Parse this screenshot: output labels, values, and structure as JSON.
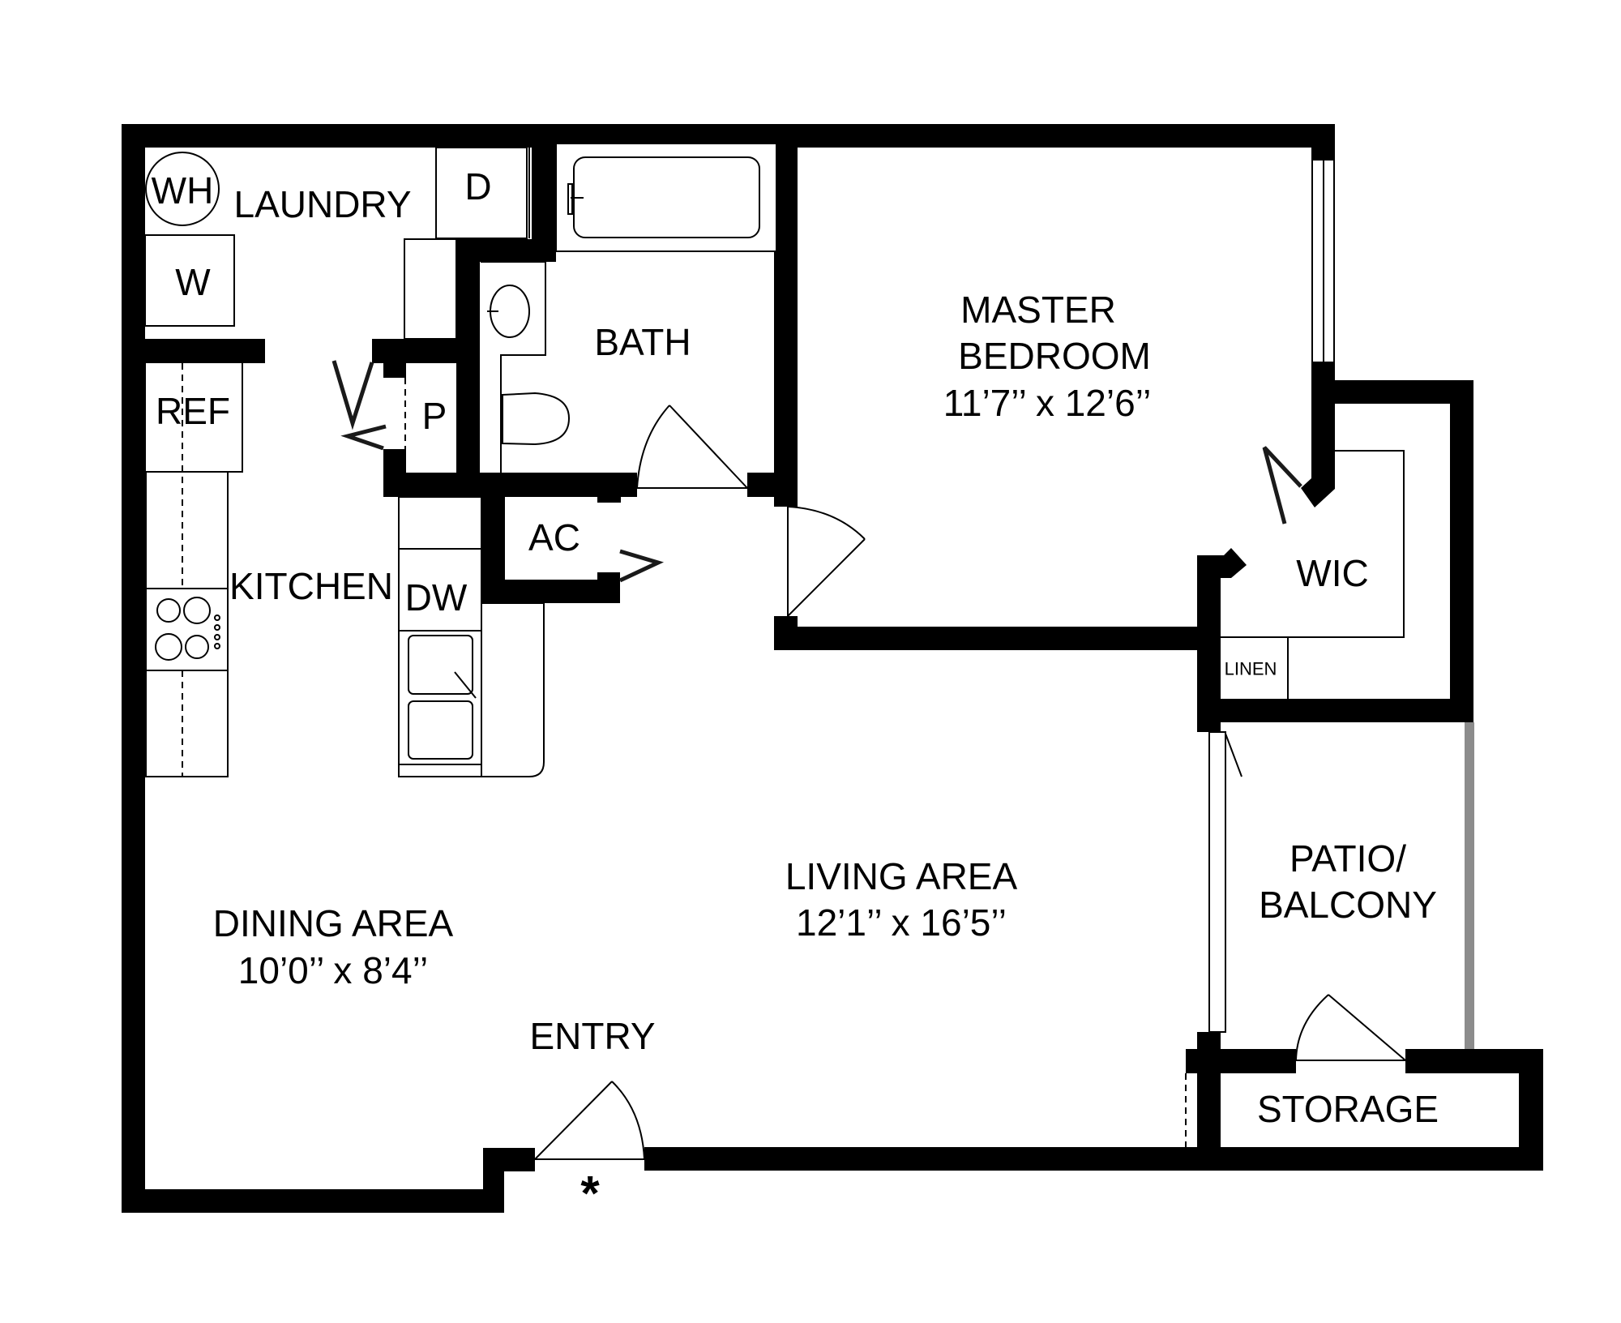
{
  "floorplan": {
    "rooms": {
      "laundry": {
        "label": "LAUNDRY"
      },
      "water_heater": {
        "label": "WH"
      },
      "washer": {
        "label": "W"
      },
      "dryer": {
        "label": "D"
      },
      "refrigerator": {
        "label": "REF"
      },
      "pantry": {
        "label": "P"
      },
      "kitchen": {
        "label": "KITCHEN"
      },
      "dishwasher": {
        "label": "DW"
      },
      "ac": {
        "label": "AC"
      },
      "bath": {
        "label": "BATH"
      },
      "master_bedroom": {
        "label_line1": "MASTER",
        "label_line2": "BEDROOM",
        "dimensions": "11’7’’ x 12’6’’"
      },
      "wic": {
        "label": "WIC"
      },
      "linen": {
        "label": "LINEN"
      },
      "living_area": {
        "label": "LIVING AREA",
        "dimensions": "12’1’’ x 16’5’’"
      },
      "dining_area": {
        "label": "DINING AREA",
        "dimensions": "10’0’’ x 8’4’’"
      },
      "entry": {
        "label": "ENTRY",
        "marker": "*"
      },
      "patio": {
        "label_line1": "PATIO/",
        "label_line2": "BALCONY"
      },
      "storage": {
        "label": "STORAGE"
      }
    },
    "colors": {
      "wall": "#000000",
      "railing": "#8c8c8c",
      "background": "#ffffff"
    }
  }
}
